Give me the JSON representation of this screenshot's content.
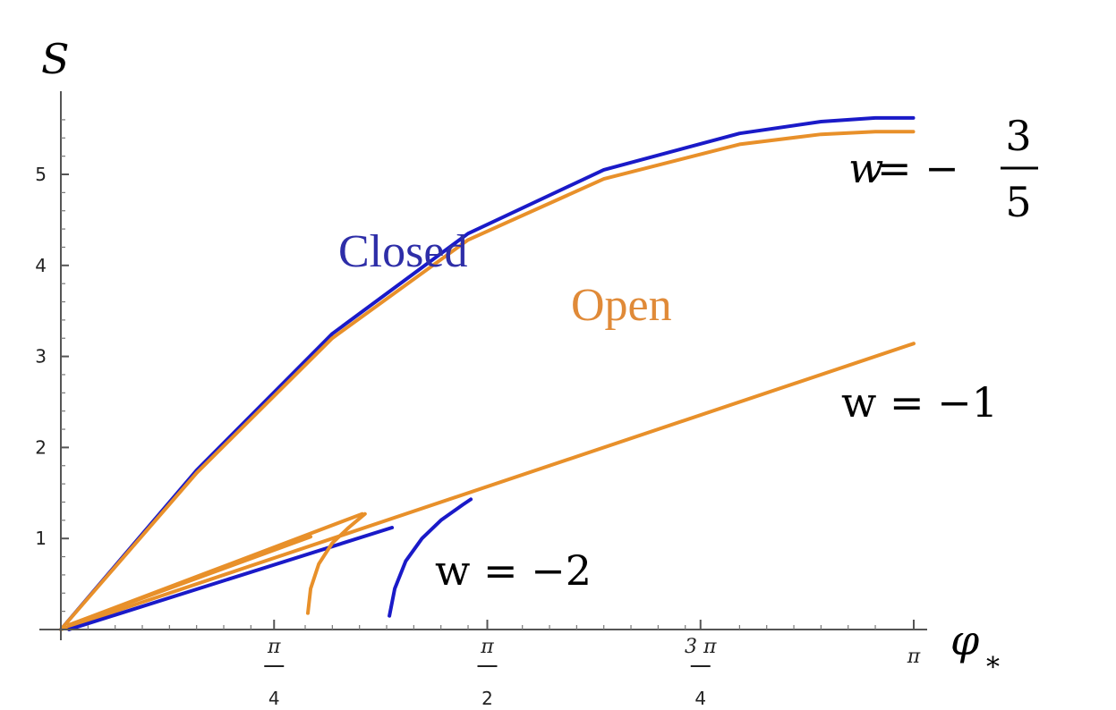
{
  "chart_data": {
    "type": "line",
    "title": "",
    "xlabel": "φ",
    "xlabel_subscript": "*",
    "ylabel": "S",
    "xlim": [
      0,
      3.2
    ],
    "ylim": [
      0,
      6.0
    ],
    "grid": false,
    "x_ticks": [
      {
        "value": 0.7854,
        "num": "π",
        "den": "4"
      },
      {
        "value": 1.5708,
        "num": "π",
        "den": "2"
      },
      {
        "value": 2.3562,
        "num": "3 π",
        "den": "4"
      },
      {
        "value": 3.1416,
        "num": "π",
        "den": ""
      }
    ],
    "y_ticks": [
      {
        "value": 1,
        "label": "1"
      },
      {
        "value": 2,
        "label": "2"
      },
      {
        "value": 3,
        "label": "3"
      },
      {
        "value": 4,
        "label": "4"
      },
      {
        "value": 5,
        "label": "5"
      }
    ],
    "series": [
      {
        "group": "w=-3/5",
        "kind": "closed",
        "color": "#1a1ac8",
        "x": [
          0.0,
          0.5,
          1.0,
          1.5,
          2.0,
          2.5,
          2.8,
          3.0,
          3.14
        ],
        "y": [
          0.0,
          1.75,
          3.25,
          4.35,
          5.05,
          5.45,
          5.58,
          5.62,
          5.62
        ]
      },
      {
        "group": "w=-3/5",
        "kind": "open",
        "color": "#e8902a",
        "x": [
          0.0,
          0.5,
          1.0,
          1.5,
          2.0,
          2.5,
          2.8,
          3.0,
          3.14
        ],
        "y": [
          0.0,
          1.72,
          3.2,
          4.28,
          4.95,
          5.33,
          5.44,
          5.47,
          5.47
        ]
      },
      {
        "group": "w=-1",
        "kind": "open",
        "color": "#e8902a",
        "x": [
          0.0,
          3.1416
        ],
        "y": [
          0.0,
          3.1416
        ]
      },
      {
        "group": "w=-2",
        "kind": "closed",
        "color": "#1a1ac8",
        "x": [
          0.03,
          1.22
        ],
        "y": [
          0.0,
          1.12
        ]
      },
      {
        "group": "w=-2",
        "kind": "closed",
        "color": "#1a1ac8",
        "x": [
          1.21,
          1.23,
          1.27,
          1.33,
          1.4,
          1.48,
          1.51
        ],
        "y": [
          0.15,
          0.45,
          0.75,
          1.0,
          1.2,
          1.37,
          1.43
        ]
      },
      {
        "group": "w=-2",
        "kind": "open",
        "color": "#e8902a",
        "x": [
          0.03,
          0.92
        ],
        "y": [
          0.05,
          1.02
        ]
      },
      {
        "group": "w=-2",
        "kind": "open",
        "color": "#e8902a",
        "x": [
          0.03,
          1.11
        ],
        "y": [
          0.05,
          1.27
        ]
      },
      {
        "group": "w=-2",
        "kind": "open",
        "color": "#e8902a",
        "x": [
          0.91,
          0.92,
          0.95,
          1.0,
          1.06,
          1.12
        ],
        "y": [
          0.18,
          0.45,
          0.72,
          0.95,
          1.12,
          1.27
        ]
      }
    ],
    "labels": {
      "closed": {
        "text": "Closed",
        "color": "#2e2ea8"
      },
      "open": {
        "text": "Open",
        "color": "#e08a38"
      }
    },
    "annotations": {
      "w35": {
        "w": "w",
        "eq": " = −",
        "num": "3",
        "den": "5"
      },
      "w1": {
        "text": "w = −1"
      },
      "w2": {
        "text": "w = −2"
      }
    }
  }
}
